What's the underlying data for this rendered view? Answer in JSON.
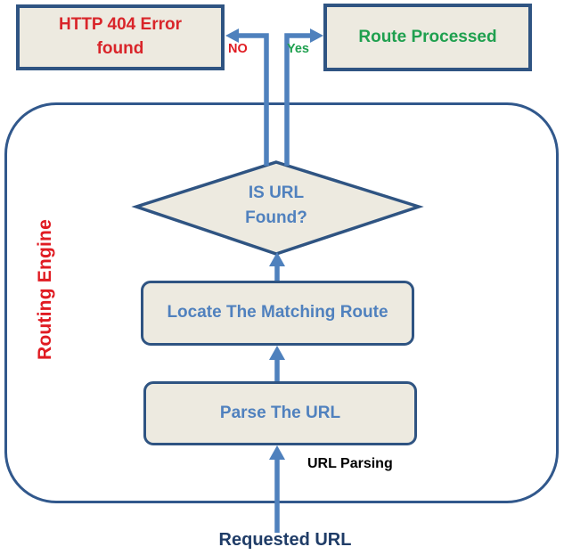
{
  "colors": {
    "box_fill": "#EDEAE0",
    "box_border": "#2F5482",
    "frame_border": "#31588C",
    "arrow_blue": "#4F81BD",
    "step_text_blue": "#5081BE",
    "error_red": "#E01B22",
    "success_green": "#1FA04F",
    "requested_navy": "#1F3C67",
    "parsing_black": "#000000"
  },
  "nodes": {
    "http_404": {
      "label": "HTTP 404 Error\nfound"
    },
    "route_processed": {
      "label": "Route Processed"
    },
    "decision": {
      "label": "IS URL\nFound?"
    },
    "locate_route": {
      "label": "Locate The Matching Route"
    },
    "parse_url": {
      "label": "Parse The URL"
    }
  },
  "edges": {
    "no_label": "NO",
    "yes_label": "Yes"
  },
  "labels": {
    "container": "Routing Engine",
    "url_parsing": "URL Parsing",
    "requested_url": "Requested URL"
  }
}
